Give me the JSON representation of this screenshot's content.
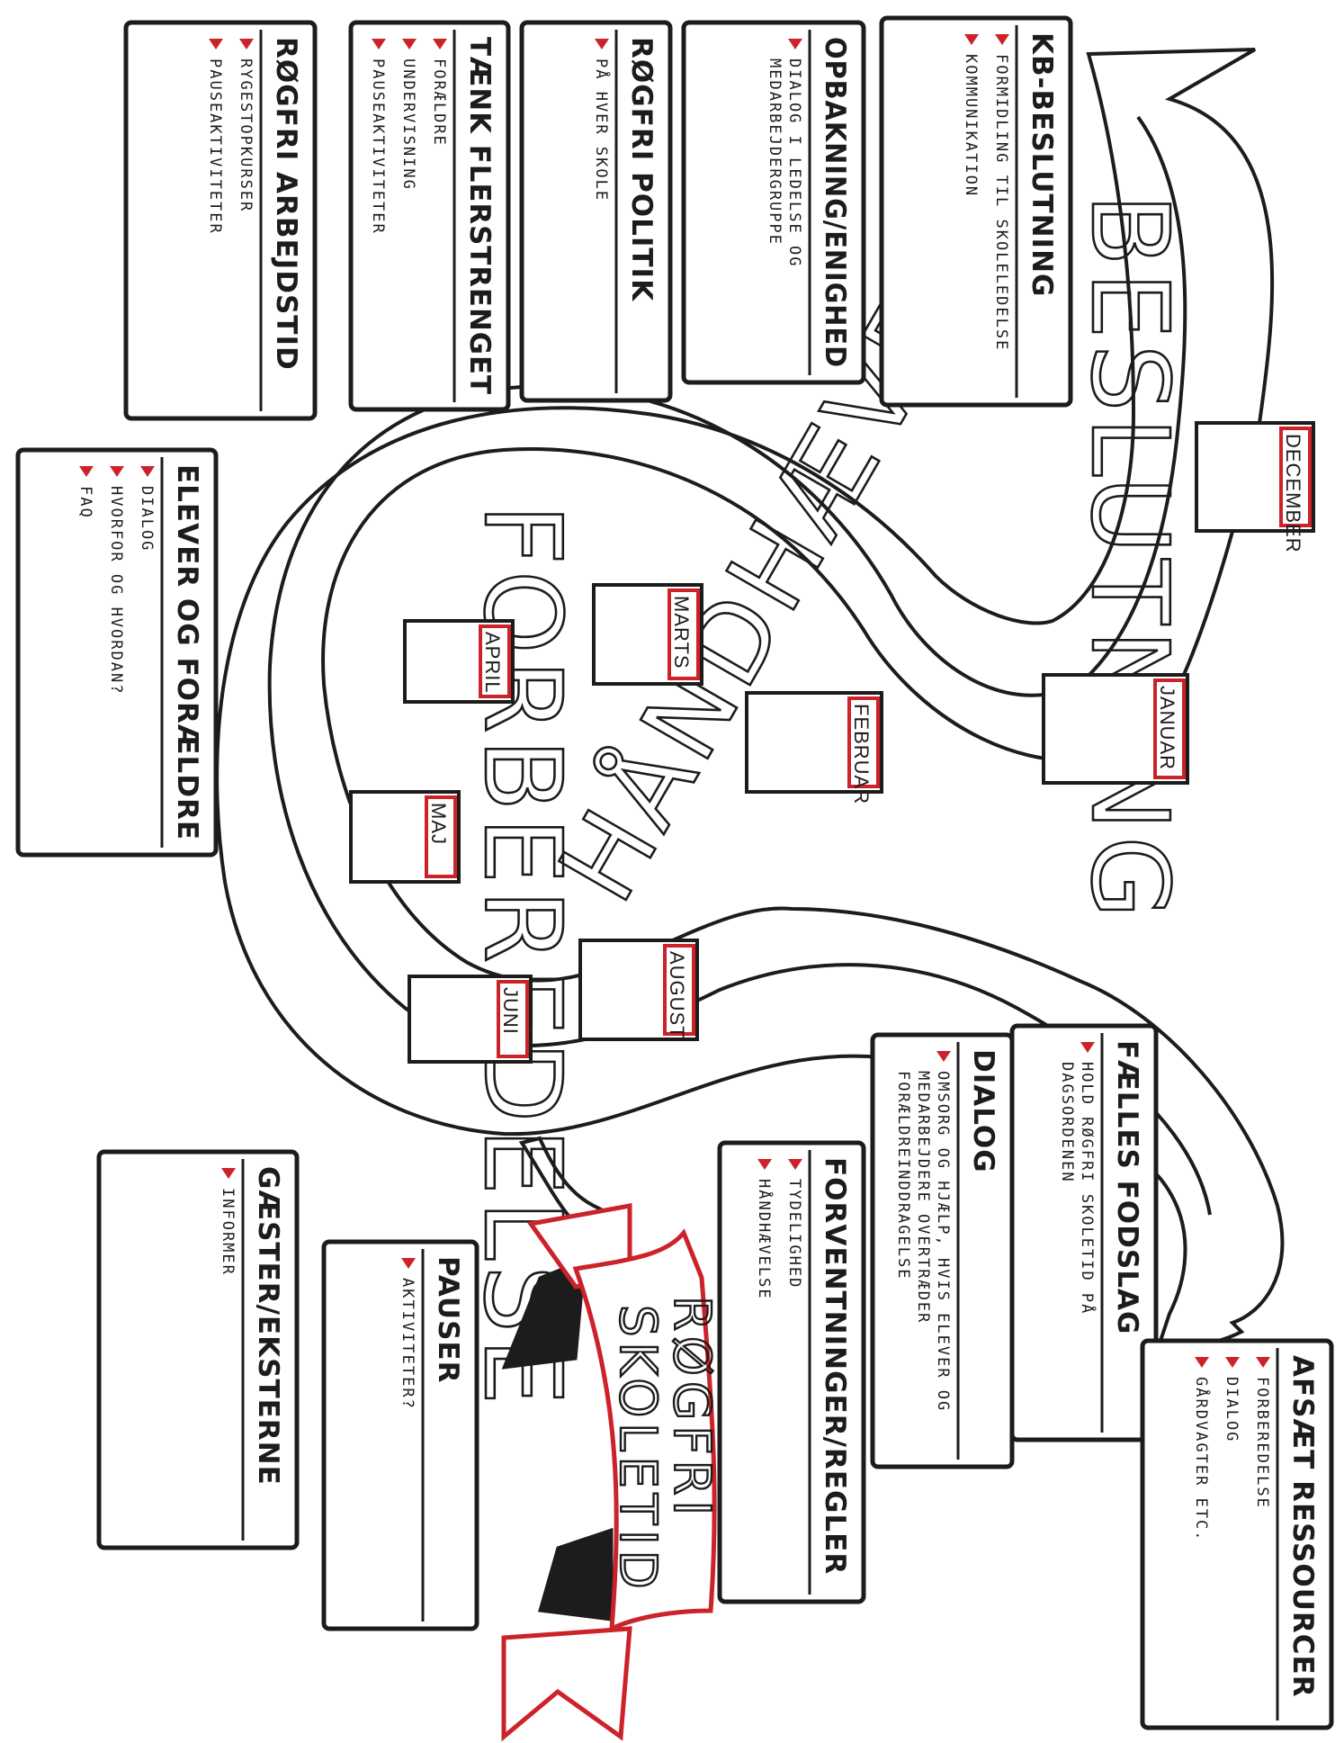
{
  "banner": {
    "line1": "RØGFRI",
    "line2": "SKOLETID"
  },
  "phases": {
    "beslutning": "BESLUTNING",
    "forberedelse": "FORBEREDELSE",
    "haandhaevelse": "HÅNDHÆVELSE"
  },
  "months": {
    "december": "DECEMBER",
    "januar": "JANUAR",
    "februar": "FEBRUAR",
    "marts": "MARTS",
    "april": "APRIL",
    "maj": "MAJ",
    "juni": "JUNI",
    "august": "AUGUST"
  },
  "cards": {
    "kb_beslutning": {
      "title": "KB-BESLUTNING",
      "items": [
        "FORMIDLING TIL SKOLELEDELSE",
        "KOMMUNIKATION"
      ]
    },
    "opbakning": {
      "title": "OPBAKNING/ENIGHED",
      "items": [
        "DIALOG I LEDELSE OG MEDARBEJDERGRUPPE"
      ]
    },
    "roegfri_politik": {
      "title": "RØGFRI POLITIK",
      "items": [
        "PÅ HVER SKOLE"
      ]
    },
    "taenk_flerstrenget": {
      "title": "TÆNK FLERSTRENGET",
      "items": [
        "FORÆLDRE",
        "UNDERVISNING",
        "PAUSEAKTIVITETER"
      ]
    },
    "roegfri_arbejdstid": {
      "title": "RØGFRI ARBEJDSTID",
      "items": [
        "RYGESTOPKURSER",
        "PAUSEAKTIVITETER"
      ]
    },
    "elever_foraeldre": {
      "title": "ELEVER OG FORÆLDRE",
      "items": [
        "DIALOG",
        "HVORFOR OG HVORDAN?",
        "FAQ"
      ]
    },
    "faelles_fodslag": {
      "title": "FÆLLES FODSLAG",
      "items": [
        "HOLD RØGFRI SKOLETID PÅ DAGSORDENEN"
      ]
    },
    "dialog": {
      "title": "DIALOG",
      "items": [
        "OMSORG OG HJÆLP, HVIS ELEVER OG MEDARBEJDERE OVERTRÆDER FORÆLDREINDDRAGELSE"
      ]
    },
    "forventninger": {
      "title": "FORVENTNINGER/REGLER",
      "items": [
        "TYDELIGHED",
        "HÅNDHÆVELSE"
      ]
    },
    "pauser": {
      "title": "PAUSER",
      "items": [
        "AKTIVITETER?"
      ]
    },
    "gaester": {
      "title": "GÆSTER/EKSTERNE",
      "items": [
        "INFORMER"
      ]
    },
    "afsaet_ressourcer": {
      "title": "AFSÆT RESSOURCER",
      "items": [
        "FORBEREDELSE",
        "DIALOG",
        "GÅRDVAGTER ETC."
      ]
    }
  },
  "colors": {
    "ink": "#1c1c1c",
    "accent_red": "#cc2229",
    "paper": "#ffffff"
  }
}
